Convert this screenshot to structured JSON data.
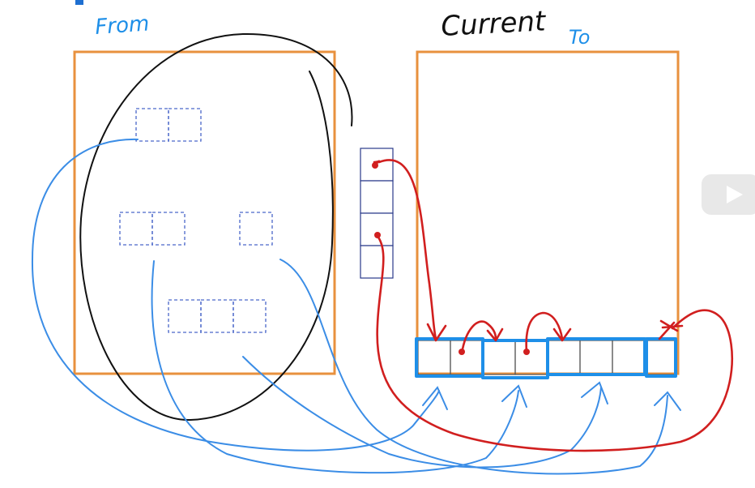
{
  "labels": {
    "from": "From",
    "current": "Current",
    "to": "To"
  },
  "icons": {
    "play": "play-icon"
  },
  "colors": {
    "region_border": "#e8913e",
    "pointer_red": "#d11f1f",
    "ref_blue": "#3b8de6",
    "object_dash": "#4a67c9",
    "circle_black": "#111111"
  }
}
